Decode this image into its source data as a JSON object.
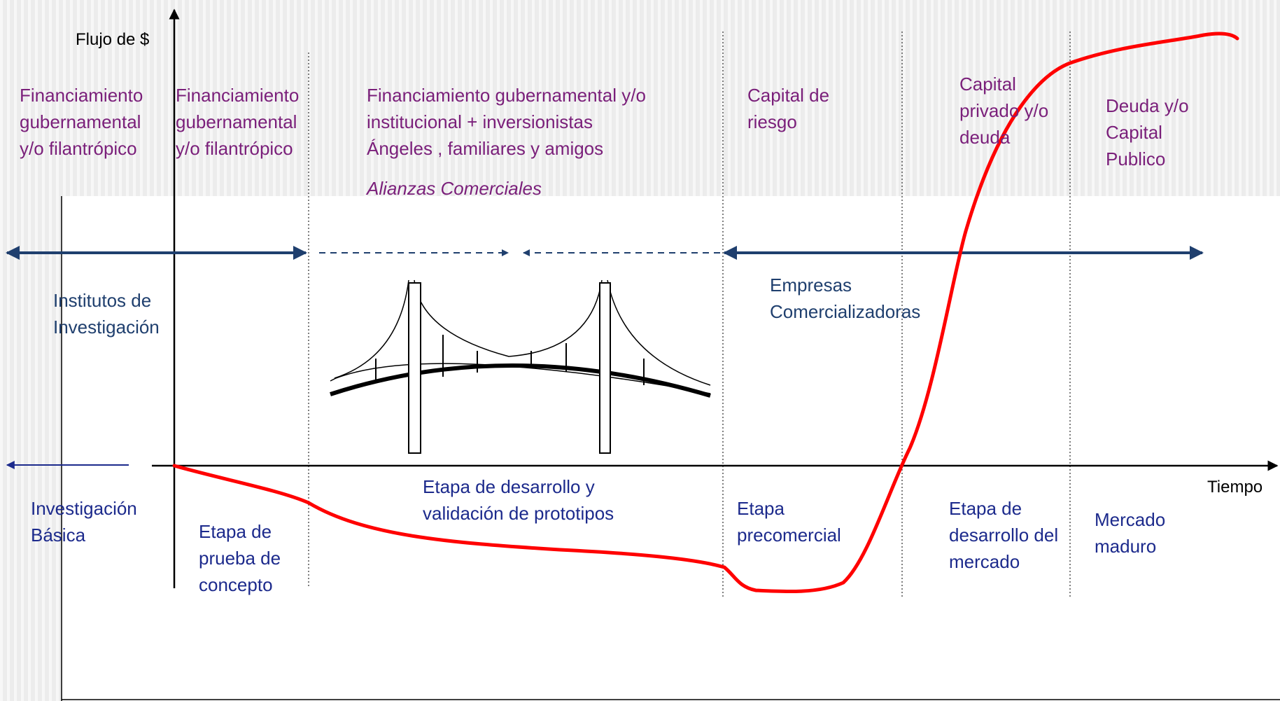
{
  "axes": {
    "y_label": "Flujo de $",
    "x_label": "Tiempo"
  },
  "funding": [
    "Financiamiento\ngubernamental\ny/o filantrópico",
    "Financiamiento\ngubernamental\ny/o filantrópico",
    "Financiamiento gubernamental y/o\ninstitucional + inversionistas\nÁngeles , familiares y amigos",
    "Capital de\nriesgo",
    "Capital\nprivado y/o\ndeuda",
    "Deuda y/o\nCapital\nPublico"
  ],
  "alliances": "Alianzas Comerciales",
  "actors": {
    "left": "Institutos de\nInvestigación",
    "right": "Empresas\nComercializadoras"
  },
  "stages": [
    "Investigación\nBásica",
    "Etapa de\nprueba de\nconcepto",
    "Etapa de desarrollo y\nvalidación de prototipos",
    "Etapa\nprecomercial",
    "Etapa de\ndesarrollo del\nmercado",
    "Mercado\nmaduro"
  ],
  "colors": {
    "funding_text": "#7a1f7a",
    "stage_text": "#1c2a8c",
    "actor_text": "#1f3f6e",
    "arrow": "#1f3f6e",
    "curve": "#ff0000",
    "header_band": "#e6e6e6"
  }
}
